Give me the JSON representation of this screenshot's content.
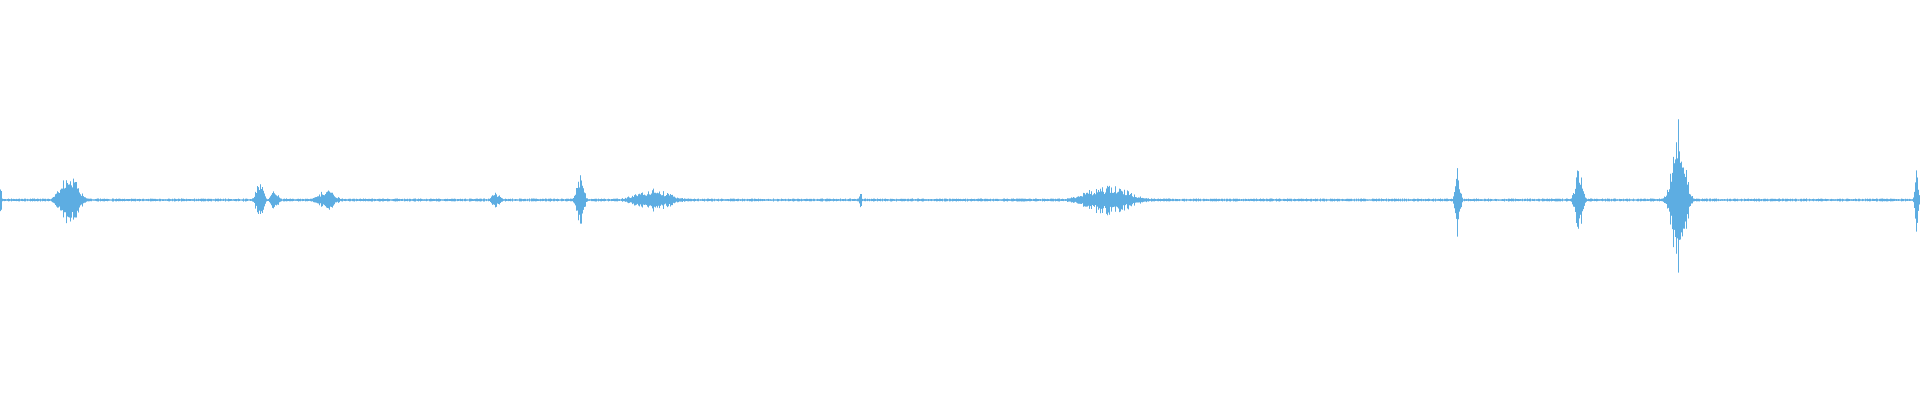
{
  "waveform": {
    "color": "#5DADE2",
    "background": "#ffffff",
    "baseline_amplitude": 0.004,
    "bursts": [
      {
        "position": 0.0,
        "width": 0.002,
        "amplitude": 0.06
      },
      {
        "position": 0.036,
        "width": 0.02,
        "amplitude": 0.07
      },
      {
        "position": 0.135,
        "width": 0.008,
        "amplitude": 0.06
      },
      {
        "position": 0.143,
        "width": 0.008,
        "amplitude": 0.03
      },
      {
        "position": 0.17,
        "width": 0.018,
        "amplitude": 0.03
      },
      {
        "position": 0.258,
        "width": 0.01,
        "amplitude": 0.02
      },
      {
        "position": 0.302,
        "width": 0.008,
        "amplitude": 0.07
      },
      {
        "position": 0.34,
        "width": 0.04,
        "amplitude": 0.03
      },
      {
        "position": 0.448,
        "width": 0.002,
        "amplitude": 0.04
      },
      {
        "position": 0.577,
        "width": 0.05,
        "amplitude": 0.04
      },
      {
        "position": 0.759,
        "width": 0.005,
        "amplitude": 0.1
      },
      {
        "position": 0.822,
        "width": 0.008,
        "amplitude": 0.09
      },
      {
        "position": 0.874,
        "width": 0.014,
        "amplitude": 0.22
      },
      {
        "position": 0.998,
        "width": 0.004,
        "amplitude": 0.09
      }
    ]
  }
}
